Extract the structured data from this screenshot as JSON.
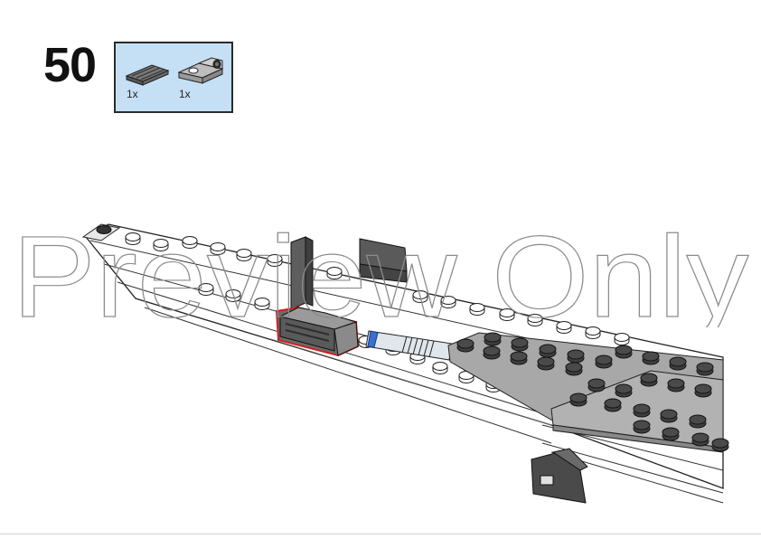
{
  "step": {
    "number": "50"
  },
  "parts": [
    {
      "name": "grille-tile",
      "quantity": "1x",
      "color": "#6d6d6d"
    },
    {
      "name": "bracket-plate",
      "quantity": "1x",
      "color": "#a6a6a6"
    }
  ],
  "watermark": {
    "text": "Preview Only"
  },
  "colors": {
    "parts_bg": "#c5e0f4",
    "highlight": "#d22020",
    "dark_gray": "#5c5c5c",
    "light_gray": "#a9a9a9",
    "white_brick": "#ffffff",
    "outline": "#222222"
  }
}
